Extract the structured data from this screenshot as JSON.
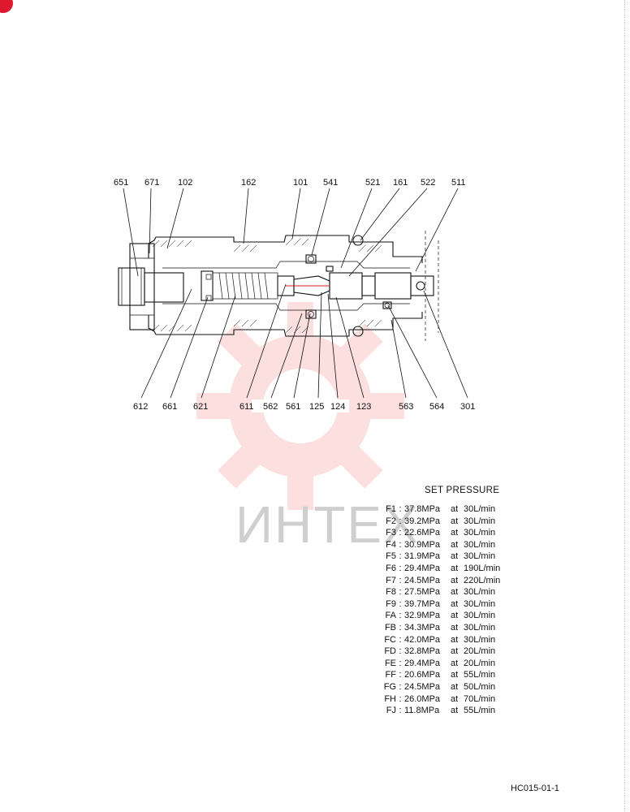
{
  "watermark": {
    "text": "ИНТЕХ"
  },
  "callouts": {
    "top": [
      "651",
      "671",
      "102",
      "162",
      "101",
      "541",
      "521",
      "161",
      "522",
      "511"
    ],
    "bottom": [
      "612",
      "661",
      "621",
      "611",
      "562",
      "561",
      "125",
      "124",
      "123",
      "563",
      "564",
      "301"
    ]
  },
  "set_pressure": {
    "title": "SET PRESSURE",
    "rows": [
      {
        "code": "F1",
        "pressure": "37.8MPa",
        "at": "at",
        "flow": "30L/min"
      },
      {
        "code": "F2",
        "pressure": "39.2MPa",
        "at": "at",
        "flow": "30L/min"
      },
      {
        "code": "F3",
        "pressure": "22.6MPa",
        "at": "at",
        "flow": "30L/min"
      },
      {
        "code": "F4",
        "pressure": "30.9MPa",
        "at": "at",
        "flow": "30L/min"
      },
      {
        "code": "F5",
        "pressure": "31.9MPa",
        "at": "at",
        "flow": "30L/min"
      },
      {
        "code": "F6",
        "pressure": "29.4MPa",
        "at": "at",
        "flow": "190L/min"
      },
      {
        "code": "F7",
        "pressure": "24.5MPa",
        "at": "at",
        "flow": "220L/min"
      },
      {
        "code": "F8",
        "pressure": "27.5MPa",
        "at": "at",
        "flow": "30L/min"
      },
      {
        "code": "F9",
        "pressure": "39.7MPa",
        "at": "at",
        "flow": "30L/min"
      },
      {
        "code": "FA",
        "pressure": "32.9MPa",
        "at": "at",
        "flow": "30L/min"
      },
      {
        "code": "FB",
        "pressure": "34.3MPa",
        "at": "at",
        "flow": "30L/min"
      },
      {
        "code": "FC",
        "pressure": "42.0MPa",
        "at": "at",
        "flow": "30L/min"
      },
      {
        "code": "FD",
        "pressure": "32.8MPa",
        "at": "at",
        "flow": "20L/min"
      },
      {
        "code": "FE",
        "pressure": "29.4MPa",
        "at": "at",
        "flow": "20L/min"
      },
      {
        "code": "FF",
        "pressure": "20.6MPa",
        "at": "at",
        "flow": "55L/min"
      },
      {
        "code": "FG",
        "pressure": "24.5MPa",
        "at": "at",
        "flow": "50L/min"
      },
      {
        "code": "FH",
        "pressure": "26.0MPa",
        "at": "at",
        "flow": "70L/min"
      },
      {
        "code": "FJ",
        "pressure": "11.8MPa",
        "at": "at",
        "flow": "55L/min"
      }
    ]
  },
  "doc_code": "HC015-01-1",
  "colors": {
    "watermark": "#f05a5a",
    "corner_mark": "#e0182d",
    "ink": "#111111"
  }
}
